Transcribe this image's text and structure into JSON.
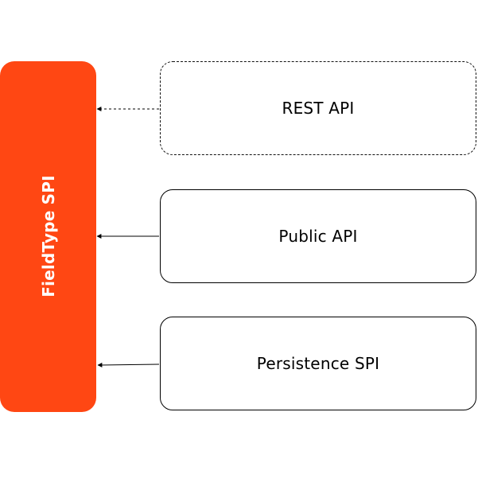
{
  "spi": {
    "label": "FieldType SPI",
    "color": "#ff4713"
  },
  "boxes": [
    {
      "label": "REST API",
      "line_style": "dashed"
    },
    {
      "label": "Public API",
      "line_style": "solid"
    },
    {
      "label": "Persistence SPI",
      "line_style": "solid"
    }
  ]
}
